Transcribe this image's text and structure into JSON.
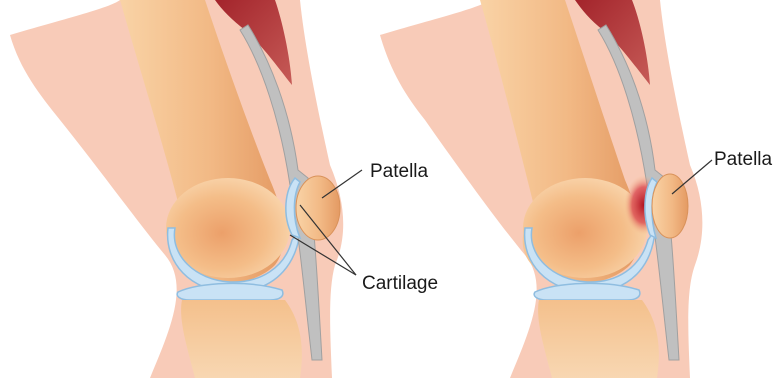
{
  "panels": [
    {
      "id": "healthy-knee",
      "labels": {
        "patella": "Patella",
        "cartilage": "Cartilage"
      }
    },
    {
      "id": "injured-knee",
      "labels": {
        "patella": "Patella"
      },
      "inflammation_color": "#c8202e"
    }
  ],
  "colors": {
    "skin": "#f8cbb8",
    "bone": "#f4c08c",
    "bone_shade": "#e0995e",
    "cartilage": "#c9e2f5",
    "cartilage_edge": "#8fbde0",
    "tendon": "#b7b7b7",
    "muscle": "#b02a30"
  }
}
